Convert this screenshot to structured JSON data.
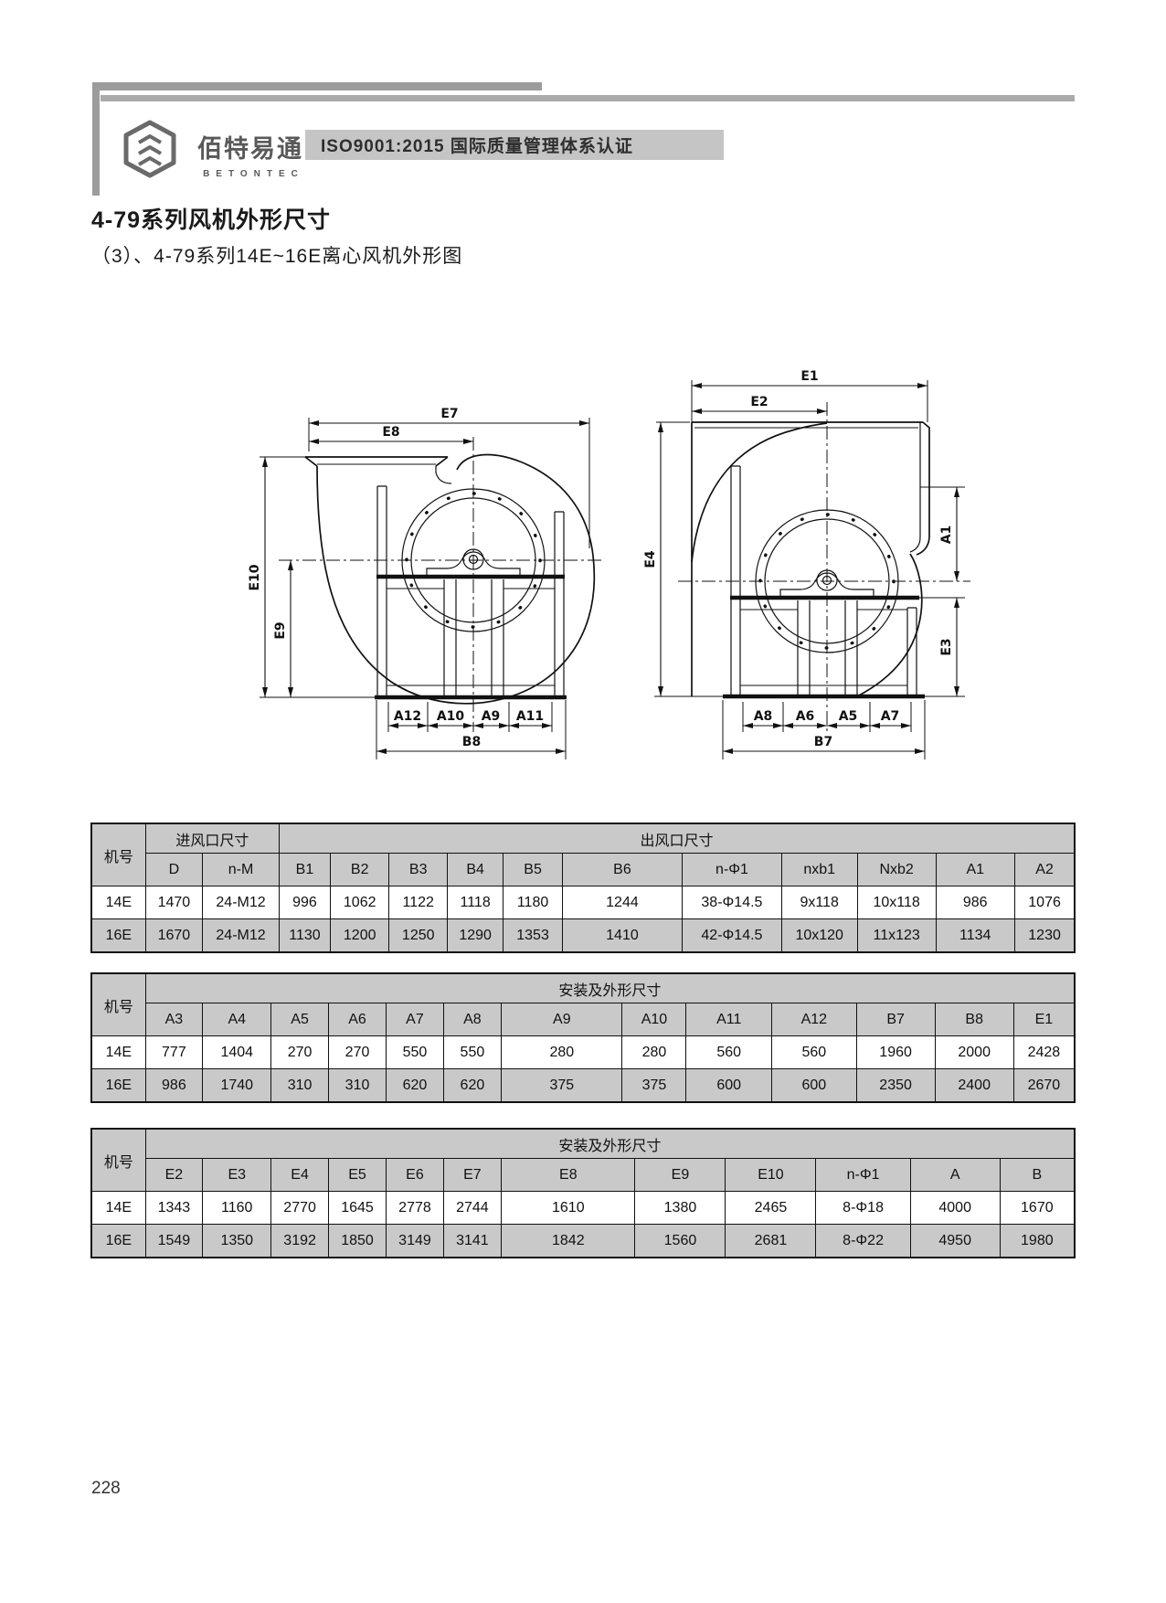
{
  "header": {
    "brand_cn": "佰特易通",
    "brand_en": "BETONTEC",
    "iso_banner": "ISO9001:2015 国际质量管理体系认证"
  },
  "title": "4-79系列风机外形尺寸",
  "subtitle": "（3）、4-79系列14E~16E离心风机外形图",
  "page_number": "228",
  "drawings": {
    "left": {
      "e7": "E7",
      "e8": "E8",
      "e10": "E10",
      "e9": "E9",
      "a12": "A12",
      "a10": "A10",
      "a9": "A9",
      "a11": "A11",
      "b8": "B8"
    },
    "right": {
      "e1": "E1",
      "e2": "E2",
      "e4": "E4",
      "a1": "A1",
      "e3": "E3",
      "a8": "A8",
      "a6": "A6",
      "a5": "A5",
      "a7": "A7",
      "b7": "B7"
    }
  },
  "tables": [
    {
      "name": "inlet-outlet-dimensions",
      "machine_col": "机号",
      "groups": [
        {
          "label": "进风口尺寸",
          "span": 2
        },
        {
          "label": "出风口尺寸",
          "span": 12
        }
      ],
      "columns": [
        "D",
        "n-M",
        "B1",
        "B2",
        "B3",
        "B4",
        "B5",
        "B6",
        "n-Φ1",
        "nxb1",
        "Nxb2",
        "A1",
        "A2"
      ],
      "rows": [
        {
          "model": "14E",
          "values": [
            "1470",
            "24-M12",
            "996",
            "1062",
            "1122",
            "1118",
            "1180",
            "1244",
            "38-Φ14.5",
            "9x118",
            "10x118",
            "986",
            "1076"
          ]
        },
        {
          "model": "16E",
          "values": [
            "1670",
            "24-M12",
            "1130",
            "1200",
            "1250",
            "1290",
            "1353",
            "1410",
            "42-Φ14.5",
            "10x120",
            "11x123",
            "1134",
            "1230"
          ]
        }
      ]
    },
    {
      "name": "mounting-outline-dimensions-1",
      "machine_col": "机号",
      "groups": [
        {
          "label": "安装及外形尺寸",
          "span": 13
        }
      ],
      "columns": [
        "A3",
        "A4",
        "A5",
        "A6",
        "A7",
        "A8",
        "A9",
        "A10",
        "A11",
        "A12",
        "B7",
        "B8",
        "E1"
      ],
      "rows": [
        {
          "model": "14E",
          "values": [
            "777",
            "1404",
            "270",
            "270",
            "550",
            "550",
            "280",
            "280",
            "560",
            "560",
            "1960",
            "2000",
            "2428"
          ]
        },
        {
          "model": "16E",
          "values": [
            "986",
            "1740",
            "310",
            "310",
            "620",
            "620",
            "375",
            "375",
            "600",
            "600",
            "2350",
            "2400",
            "2670"
          ]
        }
      ]
    },
    {
      "name": "mounting-outline-dimensions-2",
      "machine_col": "机号",
      "groups": [
        {
          "label": "安装及外形尺寸",
          "span": 12
        }
      ],
      "columns": [
        "E2",
        "E3",
        "E4",
        "E5",
        "E6",
        "E7",
        "E8",
        "E9",
        "E10",
        "n-Φ1",
        "A",
        "B"
      ],
      "rows": [
        {
          "model": "14E",
          "values": [
            "1343",
            "1160",
            "2770",
            "1645",
            "2778",
            "2744",
            "1610",
            "1380",
            "2465",
            "8-Φ18",
            "4000",
            "1670"
          ]
        },
        {
          "model": "16E",
          "values": [
            "1549",
            "1350",
            "3192",
            "1850",
            "3149",
            "3141",
            "1842",
            "1560",
            "2681",
            "8-Φ22",
            "4950",
            "1980"
          ]
        }
      ]
    }
  ],
  "colors": {
    "table_header_bg": "#c9c9c9",
    "table_alt_row_bg": "#c9c9c9",
    "banner_bg": "#c5c5c5",
    "frame_gray": "#9c9c9c",
    "line": "#111111"
  }
}
